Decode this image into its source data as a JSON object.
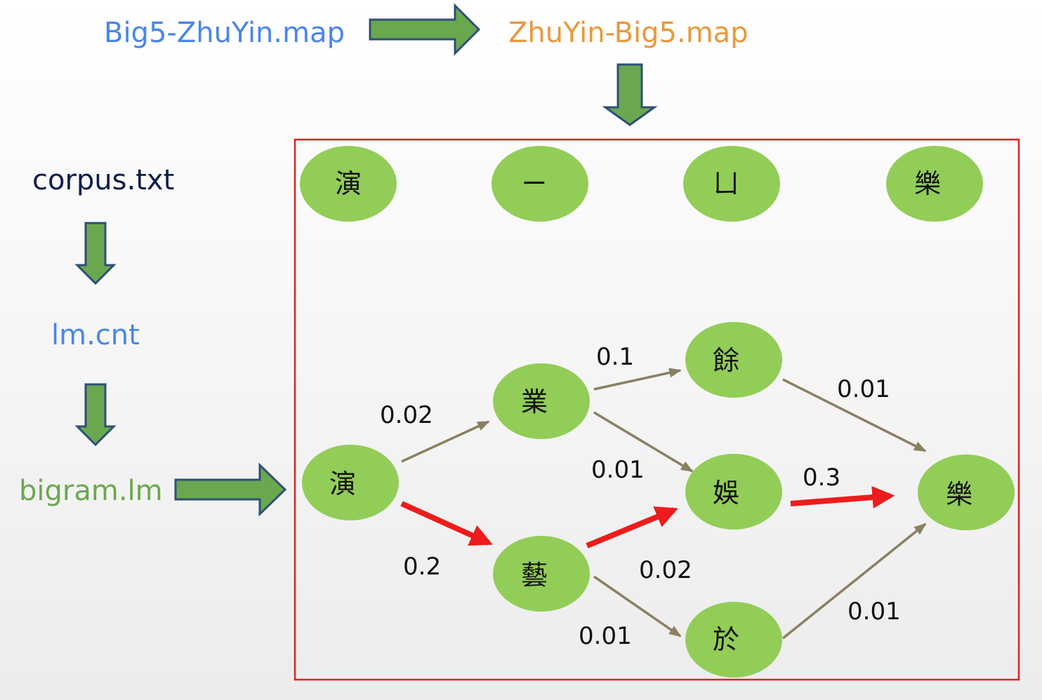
{
  "files": {
    "big5_zhuyin": "Big5-ZhuYin.map",
    "zhuyin_big5": "ZhuYin-Big5.map",
    "corpus": "corpus.txt",
    "lm_cnt": "lm.cnt",
    "bigram": "bigram.lm"
  },
  "colors": {
    "blue": "#4a86e8",
    "orange": "#e69a3e",
    "green_text": "#6aa84f",
    "dark_text": "#0b1f4a",
    "arrow_fill": "#6aa84f",
    "arrow_stroke": "#2e4f7a",
    "node_fill": "#92cd58",
    "frame": "#e02020",
    "edge_normal": "#8a8060",
    "edge_best": "#ee1c1c"
  },
  "input_row": [
    "演",
    "ㄧ",
    "ㄩ",
    "樂"
  ],
  "lattice": {
    "nodes": {
      "start": "演",
      "ye": "業",
      "yi": "藝",
      "yu_yu": "餘",
      "yu_ent": "娛",
      "yu_prep": "於",
      "end": "樂"
    },
    "weights": {
      "start_ye": "0.02",
      "start_yi": "0.2",
      "ye_yu": "0.1",
      "ye_ent": "0.01",
      "yi_ent": "0.02",
      "yi_prep": "0.01",
      "yu_end": "0.01",
      "ent_end": "0.3",
      "prep_end": "0.01"
    }
  }
}
